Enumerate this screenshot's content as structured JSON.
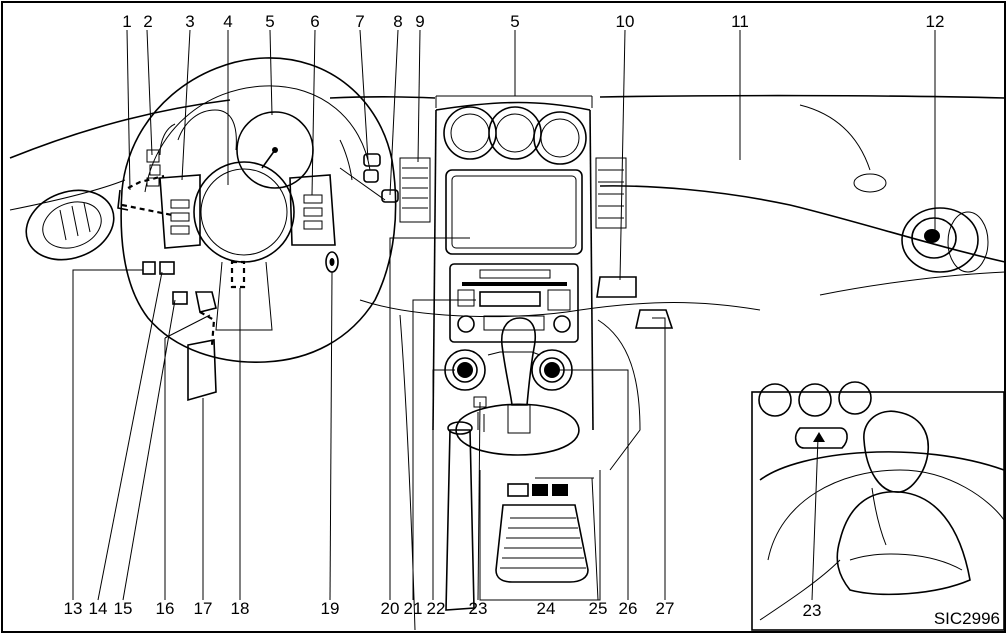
{
  "figure_code": "SIC2996",
  "callouts_top": [
    "1",
    "2",
    "3",
    "4",
    "5",
    "6",
    "7",
    "8",
    "9",
    "5",
    "10",
    "11",
    "12"
  ],
  "callouts_bottom": [
    "13",
    "14",
    "15",
    "16",
    "17",
    "18",
    "19",
    "20",
    "21",
    "22",
    "23",
    "24",
    "25",
    "26",
    "27"
  ],
  "inset_callout": "23"
}
